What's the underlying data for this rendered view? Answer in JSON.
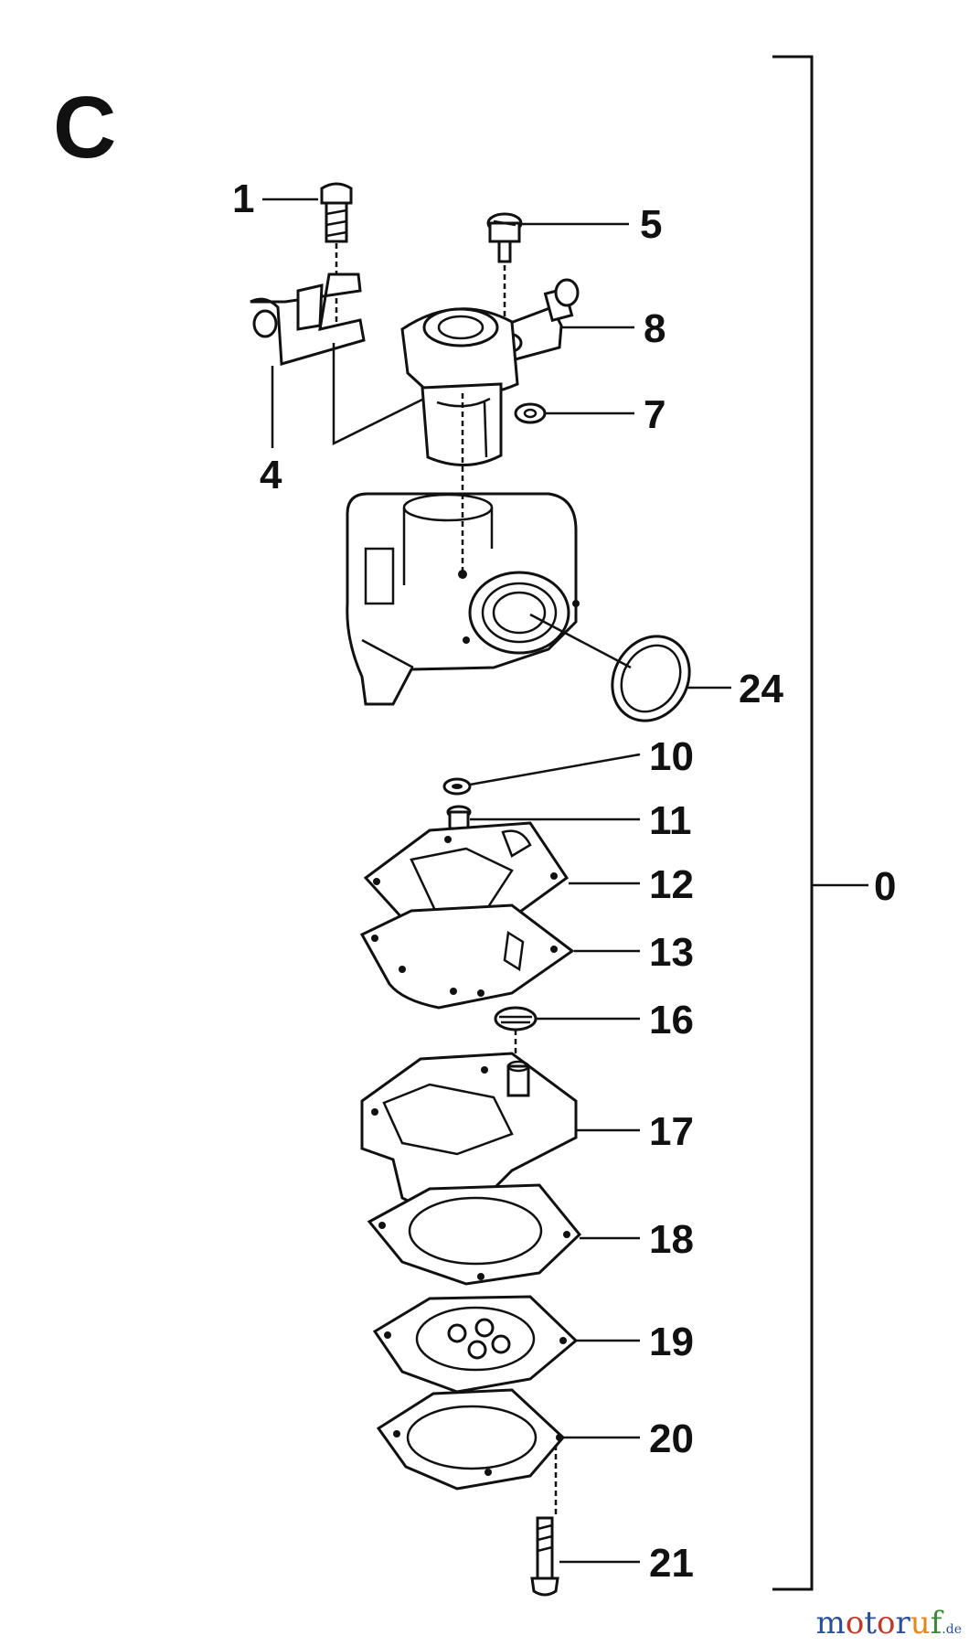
{
  "diagram": {
    "section_label": "C",
    "callouts": [
      {
        "id": "1",
        "label": "1"
      },
      {
        "id": "4",
        "label": "4"
      },
      {
        "id": "5",
        "label": "5"
      },
      {
        "id": "7",
        "label": "7"
      },
      {
        "id": "8",
        "label": "8"
      },
      {
        "id": "24",
        "label": "24"
      },
      {
        "id": "10",
        "label": "10"
      },
      {
        "id": "11",
        "label": "11"
      },
      {
        "id": "12",
        "label": "12"
      },
      {
        "id": "13",
        "label": "13"
      },
      {
        "id": "16",
        "label": "16"
      },
      {
        "id": "17",
        "label": "17"
      },
      {
        "id": "18",
        "label": "18"
      },
      {
        "id": "19",
        "label": "19"
      },
      {
        "id": "20",
        "label": "20"
      },
      {
        "id": "21",
        "label": "21"
      },
      {
        "id": "0",
        "label": "0"
      }
    ]
  },
  "watermark": {
    "m": "m",
    "o1": "o",
    "t": "t",
    "o2": "o",
    "r": "r",
    "u": "u",
    "f": "f",
    "de": ".de",
    "colors": {
      "m": "#2a4f9a",
      "o1": "#c0392b",
      "t": "#2a4f9a",
      "o2": "#c0392b",
      "r": "#2a4f9a",
      "u": "#e08a1e",
      "f": "#3a8a3a"
    }
  }
}
